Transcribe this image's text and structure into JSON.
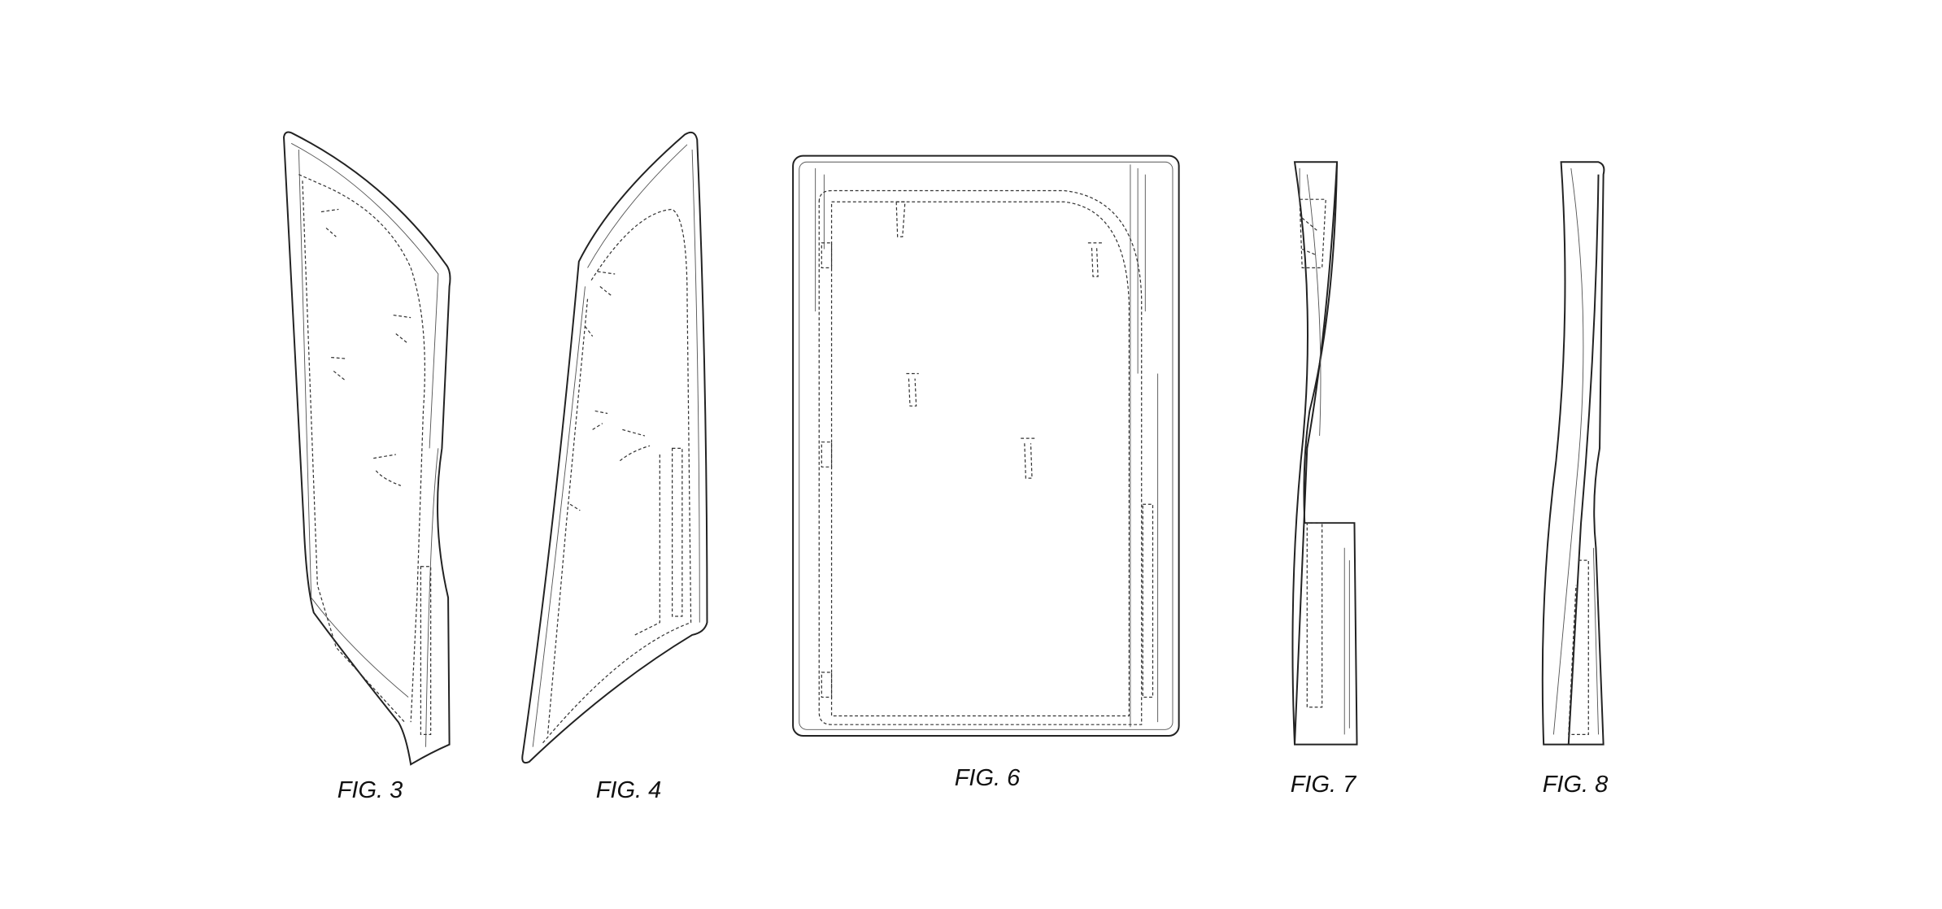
{
  "figures": [
    {
      "id": "fig3",
      "label": "FIG. 3"
    },
    {
      "id": "fig4",
      "label": "FIG. 4"
    },
    {
      "id": "fig6",
      "label": "FIG. 6"
    },
    {
      "id": "fig7",
      "label": "FIG. 7"
    },
    {
      "id": "fig8",
      "label": "FIG. 8"
    }
  ],
  "colors": {
    "line": "#222222",
    "background": "#ffffff"
  }
}
